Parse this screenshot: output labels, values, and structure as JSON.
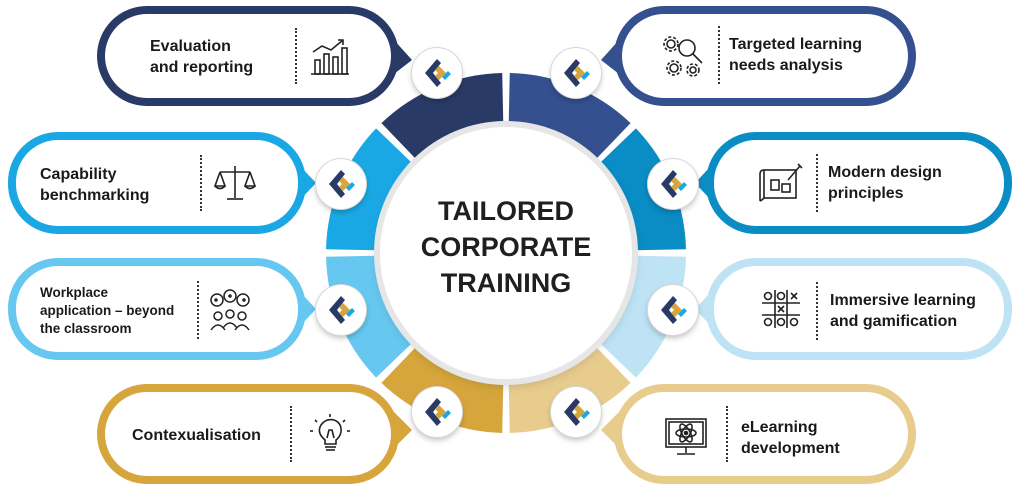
{
  "center": {
    "title": "TAILORED\nCORPORATE\nTRAINING"
  },
  "colors": {
    "navy": "#2a3a66",
    "royal_blue": "#34508f",
    "teal_blue": "#0a8cc4",
    "sky_blue": "#1aa8e4",
    "light_blue": "#66c8f0",
    "pale_blue": "#bde3f5",
    "gold": "#d6a63c",
    "pale_gold": "#e8cc8e"
  },
  "items": [
    {
      "id": "evaluation",
      "label": "Evaluation\nand reporting",
      "icon": "bar-chart-icon",
      "color": "#2a3a66"
    },
    {
      "id": "targeted",
      "label": "Targeted learning\nneeds analysis",
      "icon": "gears-magnifier-icon",
      "color": "#34508f"
    },
    {
      "id": "capability",
      "label": "Capability\nbenchmarking",
      "icon": "scales-icon",
      "color": "#1aa8e4"
    },
    {
      "id": "modern",
      "label": "Modern design\nprinciples",
      "icon": "blueprint-icon",
      "color": "#0a8cc4"
    },
    {
      "id": "workplace",
      "label": "Workplace\napplication – beyond\nthe classroom",
      "icon": "team-ideas-icon",
      "color": "#66c8f0"
    },
    {
      "id": "immersive",
      "label": "Immersive learning\nand gamification",
      "icon": "tic-tac-toe-icon",
      "color": "#bde3f5"
    },
    {
      "id": "contex",
      "label": "Contexualisation",
      "icon": "lightbulb-icon",
      "color": "#d6a63c"
    },
    {
      "id": "elearning",
      "label": "eLearning\ndevelopment",
      "icon": "monitor-atom-icon",
      "color": "#e8cc8e"
    }
  ]
}
